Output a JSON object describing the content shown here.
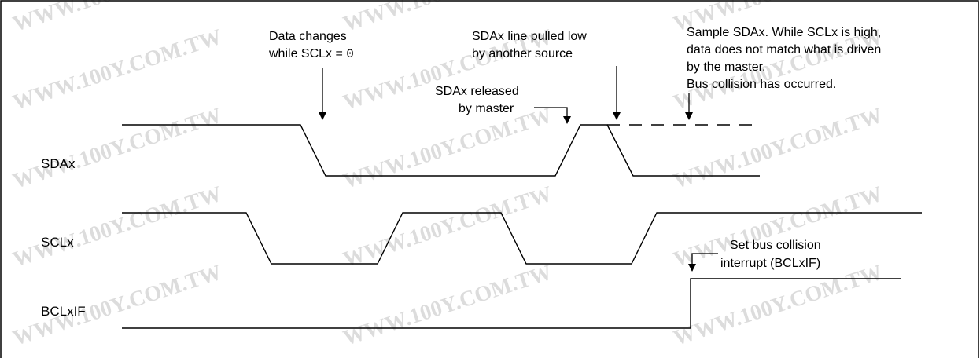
{
  "watermark": "WWW.100Y.COM.TW",
  "signals": {
    "sdax": "SDAx",
    "sclx": "SCLx",
    "bclxif": "BCLxIF"
  },
  "annotations": {
    "data_changes": [
      "Data changes",
      "while SCLx = ",
      "0"
    ],
    "line_pulled_low": [
      "SDAx line pulled low",
      "by another source"
    ],
    "sdax_released": [
      "SDAx released",
      "by master"
    ],
    "sample_note": [
      "Sample SDAx. While SCLx is high,",
      "data does not match what is driven",
      "by the master.",
      "Bus collision has occurred."
    ],
    "set_collision": [
      "Set bus collision",
      "interrupt (BCLxIF)"
    ]
  }
}
